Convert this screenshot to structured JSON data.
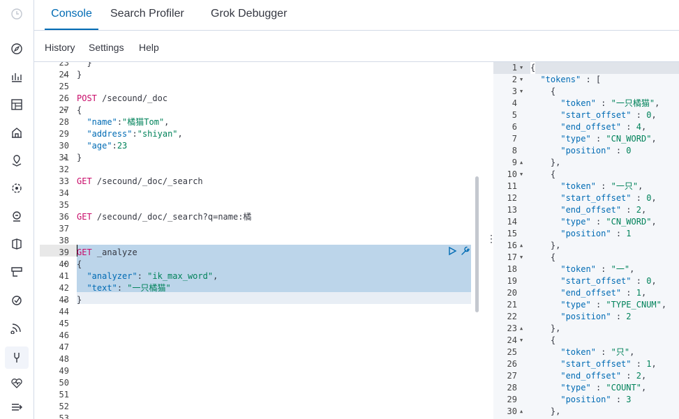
{
  "tabs": [
    {
      "label": "Console",
      "active": true
    },
    {
      "label": "Search Profiler",
      "active": false
    },
    {
      "label": "Grok Debugger",
      "active": false
    }
  ],
  "subnav": [
    "History",
    "Settings",
    "Help"
  ],
  "sidebar": {
    "icons": [
      "clock-icon",
      "compass-icon",
      "visualize-icon",
      "dashboard-icon",
      "canvas-icon",
      "maps-icon",
      "ml-icon",
      "metrics-icon",
      "logs-icon",
      "uptime-icon",
      "apm-icon",
      "siem-icon",
      "dev-tools-icon",
      "monitoring-icon",
      "collapse-icon"
    ],
    "active": "dev-tools-icon"
  },
  "editor": {
    "lines": [
      {
        "n": "23",
        "fold": "",
        "code": "  }"
      },
      {
        "n": "24",
        "fold": "▲",
        "code": "}"
      },
      {
        "n": "25",
        "fold": "",
        "code": ""
      },
      {
        "n": "26",
        "fold": "",
        "code": "POST /secound/_doc"
      },
      {
        "n": "27",
        "fold": "▼",
        "code": "{"
      },
      {
        "n": "28",
        "fold": "",
        "code": "  \"name\":\"橘猫Tom\","
      },
      {
        "n": "29",
        "fold": "",
        "code": "  \"address\":\"shiyan\","
      },
      {
        "n": "30",
        "fold": "",
        "code": "  \"age\":23"
      },
      {
        "n": "31",
        "fold": "▲",
        "code": "}"
      },
      {
        "n": "32",
        "fold": "",
        "code": ""
      },
      {
        "n": "33",
        "fold": "",
        "code": "GET /secound/_doc/_search"
      },
      {
        "n": "34",
        "fold": "",
        "code": ""
      },
      {
        "n": "35",
        "fold": "",
        "code": ""
      },
      {
        "n": "36",
        "fold": "",
        "code": "GET /secound/_doc/_search?q=name:橘"
      },
      {
        "n": "37",
        "fold": "",
        "code": ""
      },
      {
        "n": "38",
        "fold": "",
        "code": ""
      },
      {
        "n": "39",
        "fold": "",
        "code": "GET _analyze"
      },
      {
        "n": "40",
        "fold": "▼",
        "code": "{"
      },
      {
        "n": "41",
        "fold": "",
        "code": "  \"analyzer\": \"ik_max_word\","
      },
      {
        "n": "42",
        "fold": "",
        "code": "  \"text\": \"一只橘猫\""
      },
      {
        "n": "43",
        "fold": "▲",
        "code": "}"
      },
      {
        "n": "44",
        "fold": "",
        "code": ""
      },
      {
        "n": "45",
        "fold": "",
        "code": ""
      },
      {
        "n": "46",
        "fold": "",
        "code": ""
      },
      {
        "n": "47",
        "fold": "",
        "code": ""
      },
      {
        "n": "48",
        "fold": "",
        "code": ""
      },
      {
        "n": "49",
        "fold": "",
        "code": ""
      },
      {
        "n": "50",
        "fold": "",
        "code": ""
      },
      {
        "n": "51",
        "fold": "",
        "code": ""
      },
      {
        "n": "52",
        "fold": "",
        "code": ""
      },
      {
        "n": "53",
        "fold": "",
        "code": ""
      }
    ]
  },
  "output": {
    "lines": [
      {
        "n": "1",
        "fold": "▼",
        "code": "{"
      },
      {
        "n": "2",
        "fold": "▼",
        "code": "  \"tokens\" : ["
      },
      {
        "n": "3",
        "fold": "▼",
        "code": "    {"
      },
      {
        "n": "4",
        "fold": "",
        "code": "      \"token\" : \"一只橘猫\","
      },
      {
        "n": "5",
        "fold": "",
        "code": "      \"start_offset\" : 0,"
      },
      {
        "n": "6",
        "fold": "",
        "code": "      \"end_offset\" : 4,"
      },
      {
        "n": "7",
        "fold": "",
        "code": "      \"type\" : \"CN_WORD\","
      },
      {
        "n": "8",
        "fold": "",
        "code": "      \"position\" : 0"
      },
      {
        "n": "9",
        "fold": "▲",
        "code": "    },"
      },
      {
        "n": "10",
        "fold": "▼",
        "code": "    {"
      },
      {
        "n": "11",
        "fold": "",
        "code": "      \"token\" : \"一只\","
      },
      {
        "n": "12",
        "fold": "",
        "code": "      \"start_offset\" : 0,"
      },
      {
        "n": "13",
        "fold": "",
        "code": "      \"end_offset\" : 2,"
      },
      {
        "n": "14",
        "fold": "",
        "code": "      \"type\" : \"CN_WORD\","
      },
      {
        "n": "15",
        "fold": "",
        "code": "      \"position\" : 1"
      },
      {
        "n": "16",
        "fold": "▲",
        "code": "    },"
      },
      {
        "n": "17",
        "fold": "▼",
        "code": "    {"
      },
      {
        "n": "18",
        "fold": "",
        "code": "      \"token\" : \"一\","
      },
      {
        "n": "19",
        "fold": "",
        "code": "      \"start_offset\" : 0,"
      },
      {
        "n": "20",
        "fold": "",
        "code": "      \"end_offset\" : 1,"
      },
      {
        "n": "21",
        "fold": "",
        "code": "      \"type\" : \"TYPE_CNUM\","
      },
      {
        "n": "22",
        "fold": "",
        "code": "      \"position\" : 2"
      },
      {
        "n": "23",
        "fold": "▲",
        "code": "    },"
      },
      {
        "n": "24",
        "fold": "▼",
        "code": "    {"
      },
      {
        "n": "25",
        "fold": "",
        "code": "      \"token\" : \"只\","
      },
      {
        "n": "26",
        "fold": "",
        "code": "      \"start_offset\" : 1,"
      },
      {
        "n": "27",
        "fold": "",
        "code": "      \"end_offset\" : 2,"
      },
      {
        "n": "28",
        "fold": "",
        "code": "      \"type\" : \"COUNT\","
      },
      {
        "n": "29",
        "fold": "",
        "code": "      \"position\" : 3"
      },
      {
        "n": "30",
        "fold": "▲",
        "code": "    },"
      }
    ]
  },
  "colors": {
    "accent": "#006bb4",
    "selection": "#bcd5ea",
    "method": "#c80a68",
    "string": "#00825a"
  }
}
